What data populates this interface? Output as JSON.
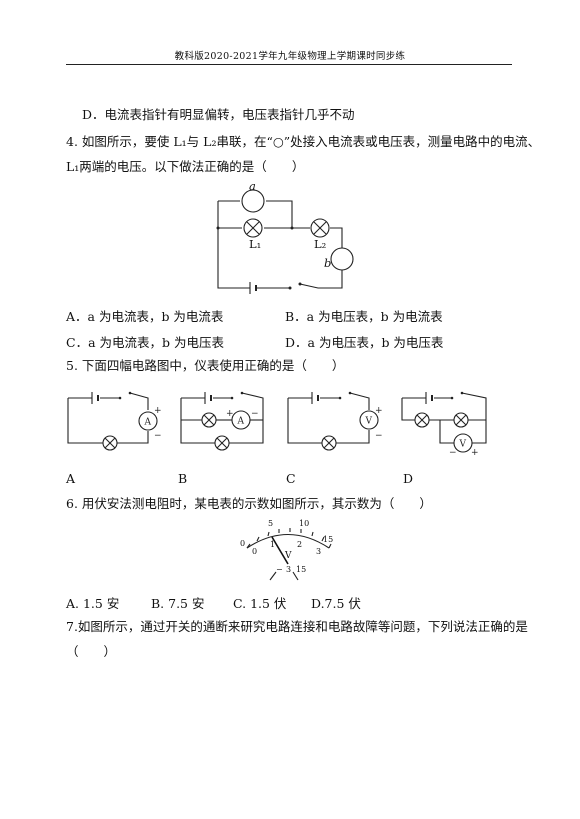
{
  "header": {
    "title": "教科版2020-2021学年九年级物理上学期课时同步练"
  },
  "q3": {
    "option_d": "D．电流表指针有明显偏转，电压表指针几乎不动"
  },
  "q4": {
    "stem_line1": "4. 如图所示，要使 L₁与 L₂串联，在“○”处接入电流表或电压表，测量电路中的电流、",
    "stem_line2": "L₁两端的电压。以下做法正确的是（　　）",
    "figure_labels": {
      "a": "a",
      "b": "b",
      "l1": "L₁",
      "l2": "L₂"
    },
    "options": {
      "A": "A．a 为电流表，b 为电流表",
      "B": "B．a 为电压表，b 为电流表",
      "C": "C．a 为电流表，b 为电压表",
      "D": "D．a 为电压表，b 为电压表"
    }
  },
  "q5": {
    "stem": "5. 下面四幅电路图中，仪表使用正确的是（　　）",
    "diagram_labels": [
      "A",
      "B",
      "C",
      "D"
    ],
    "meter_symbols": {
      "ammeter": "A",
      "voltmeter": "V",
      "plus": "+",
      "minus": "−"
    }
  },
  "q6": {
    "stem": "6. 用伏安法测电阻时，某电表的示数如图所示，其示数为（　　）",
    "dial": {
      "outer_ticks": [
        "0",
        "5",
        "10",
        "15"
      ],
      "inner_ticks": [
        "0",
        "1",
        "2",
        "3"
      ],
      "unit": "V",
      "terminals": [
        "−",
        "3",
        "15"
      ]
    },
    "options": {
      "A": "A. 1.5 安",
      "B": "B. 7.5 安",
      "C": "C. 1.5 伏",
      "D": "D.7.5 伏"
    }
  },
  "q7": {
    "stem_line1": "7.如图所示，通过开关的通断来研究电路连接和电路故障等问题，下列说法正确的是",
    "stem_line2": "（　　）"
  }
}
